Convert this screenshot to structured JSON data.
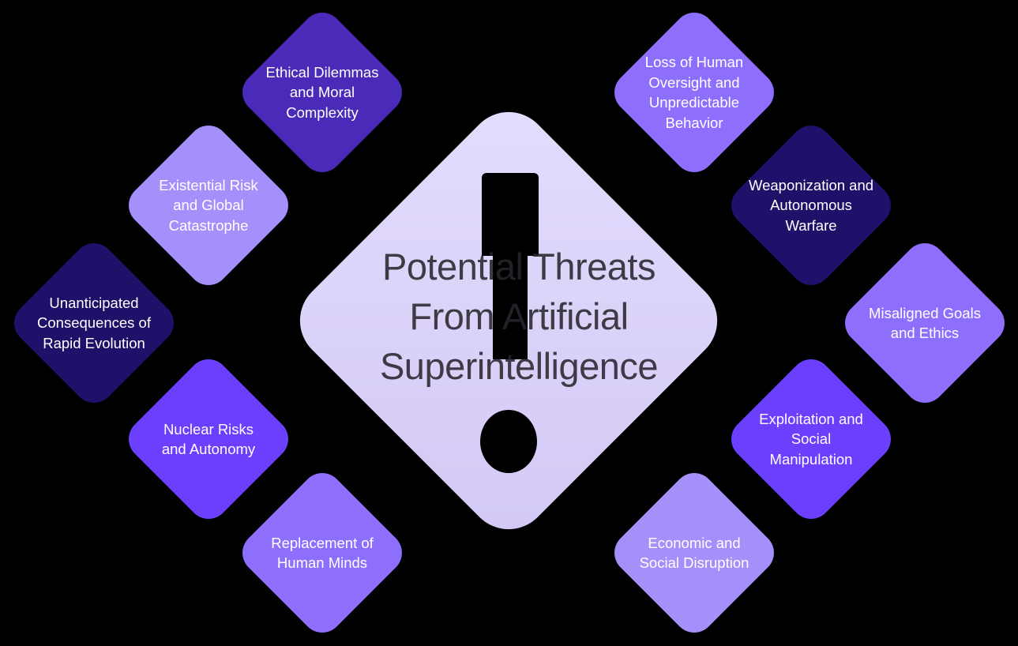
{
  "title": {
    "line1": "Potential Threats",
    "line2": "From Artificial",
    "line3": "Superintelligence",
    "icon": "exclamation-icon"
  },
  "colors": {
    "background": "#000000",
    "center_fill": "#ddd5fb",
    "deep_indigo": "#21106a",
    "indigo": "#4a2ab8",
    "violet": "#6c3ffe",
    "lavender": "#8e6ffd",
    "light_lavender": "#a58ffb"
  },
  "threats": [
    {
      "id": "ethical",
      "label": "Ethical Dilemmas and Moral Complexity",
      "color": "#4a2ab8"
    },
    {
      "id": "existential",
      "label": "Existential Risk and Global Catastrophe",
      "color": "#a58ffb"
    },
    {
      "id": "unanticipated",
      "label": "Unanticipated Consequences of Rapid Evolution",
      "color": "#21106a"
    },
    {
      "id": "nuclear",
      "label": "Nuclear Risks and Autonomy",
      "color": "#6c3ffe"
    },
    {
      "id": "replacement",
      "label": "Replacement of Human Minds",
      "color": "#8e6ffd"
    },
    {
      "id": "loss-oversight",
      "label": "Loss of Human Oversight and Unpredictable Behavior",
      "color": "#8e6ffd"
    },
    {
      "id": "weaponization",
      "label": "Weaponization and Autonomous Warfare",
      "color": "#21106a"
    },
    {
      "id": "misaligned",
      "label": "Misaligned Goals and Ethics",
      "color": "#8e6ffd"
    },
    {
      "id": "exploitation",
      "label": "Exploitation and Social Manipulation",
      "color": "#6c3ffe"
    },
    {
      "id": "economic",
      "label": "Economic and Social Disruption",
      "color": "#a58ffb"
    }
  ]
}
